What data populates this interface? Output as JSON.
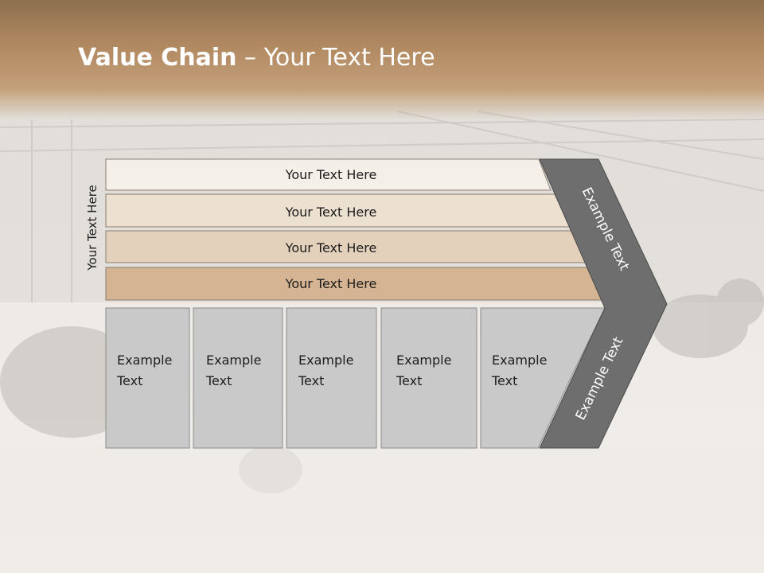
{
  "slide": {
    "title_bold": "Value Chain",
    "title_rest": " – Your Text Here",
    "side_label": "Your Text Here"
  },
  "bars": [
    {
      "label": "Your Text Here",
      "color": "#f4efe9"
    },
    {
      "label": "Your Text Here",
      "color": "#ece0d1"
    },
    {
      "label": "Your Text Here",
      "color": "#e4d1bb"
    },
    {
      "label": "Your Text Here",
      "color": "#d4b492"
    }
  ],
  "boxes": [
    {
      "line1": "Example",
      "line2": "Text"
    },
    {
      "line1": "Example",
      "line2": "Text"
    },
    {
      "line1": "Example",
      "line2": "Text"
    },
    {
      "line1": "Example",
      "line2": "Text"
    },
    {
      "line1": "Example",
      "line2": "Text"
    }
  ],
  "chevron": {
    "top_text": "Example Text",
    "bottom_text": "Example Text",
    "color": "#6e6e6e"
  }
}
